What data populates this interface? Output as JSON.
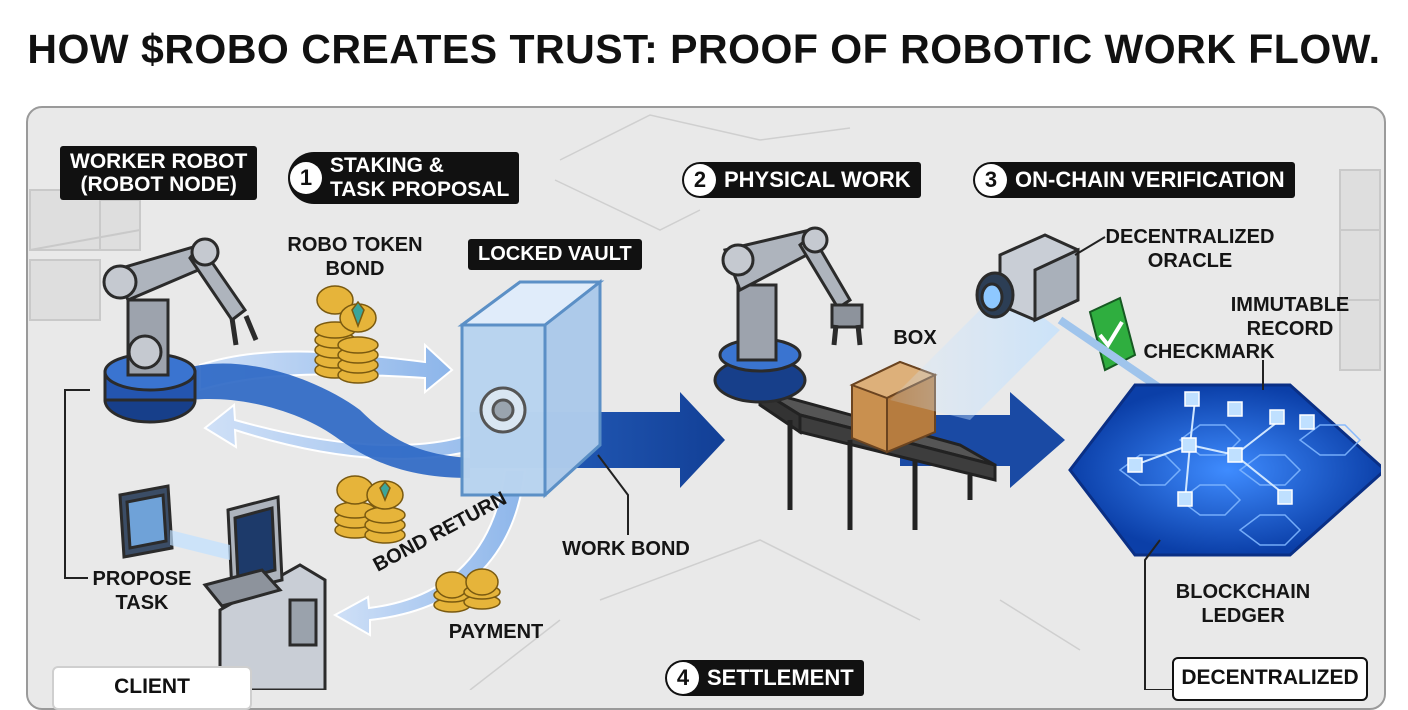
{
  "title": "HOW $ROBO CREATES TRUST: PROOF OF ROBOTIC WORK FLOW.",
  "labels": {
    "worker_robot": "WORKER ROBOT\n(ROBOT NODE)",
    "robo_token_bond": "ROBO TOKEN\nBOND",
    "locked_vault": "LOCKED VAULT",
    "box": "BOX",
    "decentralized_oracle": "DECENTRALIZED\nORACLE",
    "immutable_record": "IMMUTABLE\nRECORD",
    "checkmark": "CHECKMARK",
    "bond_return": "BOND RETURN",
    "work_bond": "WORK BOND",
    "propose_task": "PROPOSE\nTASK",
    "payment": "PAYMENT",
    "blockchain_ledger": "BLOCKCHAIN\nLEDGER",
    "decentralized_bottom": "DECENTRALIZED",
    "client": "CLIENT"
  },
  "steps": [
    {
      "num": "1",
      "label": "STAKING &\nTASK PROPOSAL"
    },
    {
      "num": "2",
      "label": "PHYSICAL WORK"
    },
    {
      "num": "3",
      "label": "ON-CHAIN VERIFICATION"
    },
    {
      "num": "4",
      "label": "SETTLEMENT"
    }
  ],
  "colors": {
    "flow_blue": "#1f56b0",
    "light_blue": "#a9c8ee",
    "ledger_blue": "#1a5fd6",
    "coin_gold": "#e6b43a",
    "check_green": "#2fae3f"
  }
}
